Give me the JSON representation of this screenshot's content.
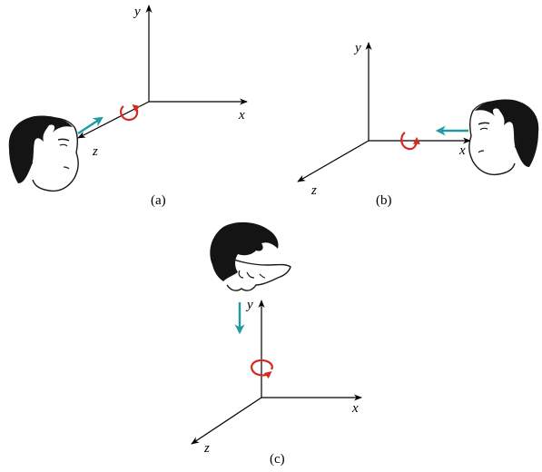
{
  "colors": {
    "axis": "#000000",
    "rotation_arrow": "#d42a1e",
    "gaze_arrow": "#1f9aa3",
    "hair": "#141414",
    "skin_outline": "#1a1a1a"
  },
  "panels": [
    {
      "id": "a",
      "caption": "(a)",
      "axes": {
        "x": "x",
        "y": "y",
        "z": "z"
      },
      "icons": [
        "face-right-profile",
        "rotation-arrow",
        "gaze-arrow"
      ]
    },
    {
      "id": "b",
      "caption": "(b)",
      "axes": {
        "x": "x",
        "y": "y",
        "z": "z"
      },
      "icons": [
        "face-left-profile",
        "rotation-arrow",
        "gaze-arrow"
      ]
    },
    {
      "id": "c",
      "caption": "(c)",
      "axes": {
        "x": "x",
        "y": "y",
        "z": "z"
      },
      "icons": [
        "face-looking-down",
        "rotation-arrow",
        "gaze-arrow"
      ]
    }
  ]
}
